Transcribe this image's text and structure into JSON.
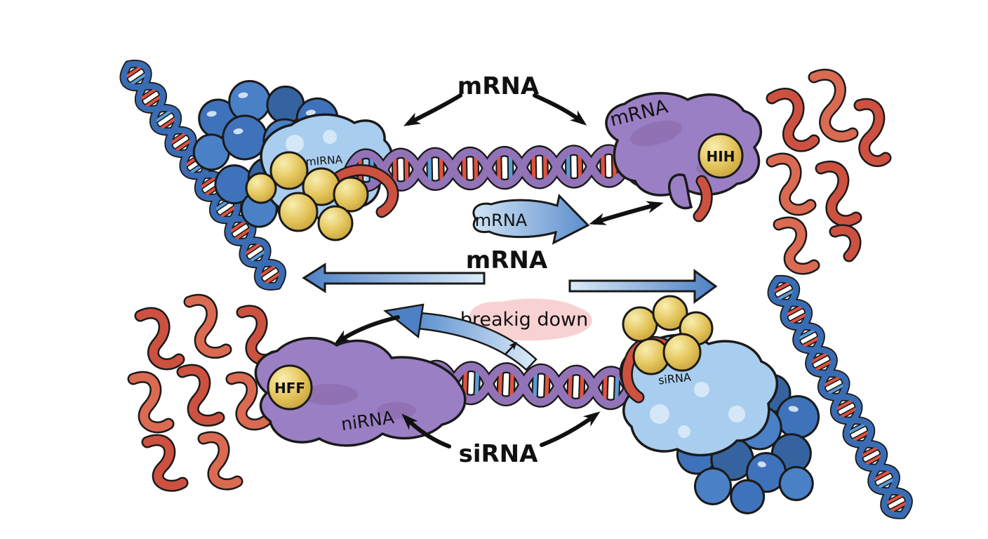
{
  "scene": {
    "background": "#ffffff",
    "labels": {
      "top_title": "mRNA",
      "top_right_blob": "mRNA",
      "hih_badge": "HIH",
      "top_left_blob": "mIRNA",
      "flow_arrow_label": "mRNA",
      "mid_title": "mRNA",
      "breaking_down": "breakig down",
      "bottom_left_blob": "niRNA",
      "hff_badge": "HFF",
      "bottom_right_blob": "siRNA",
      "bottom_title": "siRNA"
    },
    "colors": {
      "dna_strand_blue": "#3a6cb4",
      "helix_purple": "#9273b8",
      "rung_red": "#e05340",
      "rung_blue": "#5b9bd5",
      "protein_cluster_blue": "#3e72ba",
      "light_blue_blob": "#a9cdee",
      "purple_blob": "#9b7fc4",
      "yellow_sphere": "#ddbb4e",
      "red_ribbon": "#cd5140",
      "pink_blob": "#f8d2d2",
      "arrow_gradient_light": "#dcebf8",
      "arrow_gradient_dark": "#4d80c4",
      "outline_black": "#1a1a1a"
    }
  }
}
